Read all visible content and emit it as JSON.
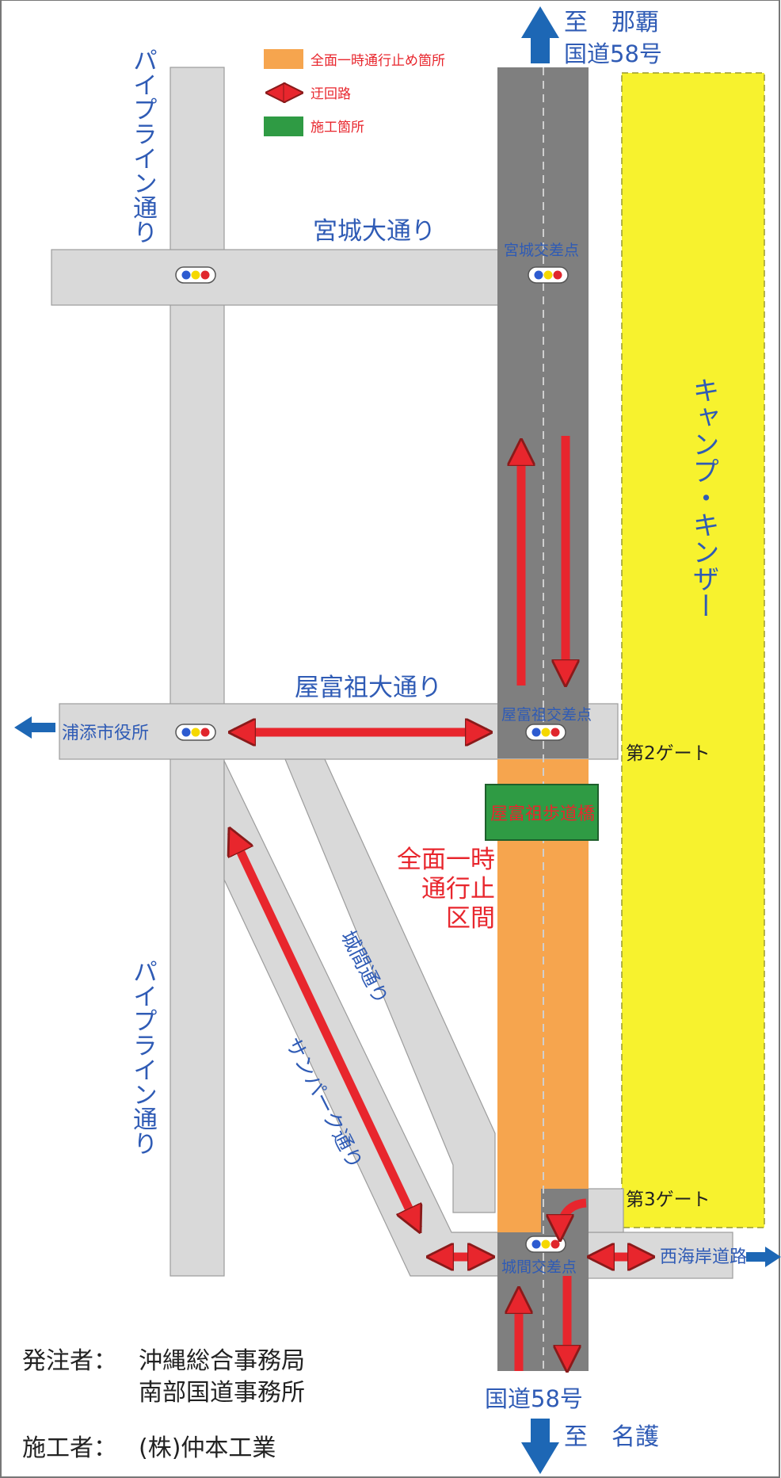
{
  "destinations": {
    "north_to": "至　那覇",
    "north_route": "国道58号",
    "south_route": "国道58号",
    "south_to": "至　名護"
  },
  "legend": {
    "closure": "全面一時通行止め箇所",
    "detour": "迂回路",
    "construction": "施工箇所"
  },
  "roads": {
    "pipeline_upper": "パイプライン通り",
    "pipeline_lower": "パイプライン通り",
    "miyagi_oodori": "宮城大通り",
    "yafuso_oodori": "屋富祖大通り",
    "gusuku_ma_doori": "城間通り",
    "sunpark_doori": "サンパーク通り"
  },
  "places": {
    "camp_kinser": "キャンプ・キンザー",
    "urasoe_city_hall": "浦添市役所",
    "west_coast_road": "西海岸道路",
    "gate2": "第2ゲート",
    "gate3": "第3ゲート",
    "yafuso_footbridge": "屋富祖歩道橋"
  },
  "intersections": {
    "miyagi": "宮城交差点",
    "yafuso": "屋富祖交差点",
    "gusukuma": "城間交差点"
  },
  "closure_section": [
    "全面一時",
    "通行止",
    "区間"
  ],
  "credits": {
    "orderer_label": "発注者：",
    "orderer_1": "沖縄総合事務局",
    "orderer_2": "南部国道事務所",
    "contractor_label": "施工者：",
    "contractor": "(株)仲本工業"
  },
  "colors": {
    "road_light": "#d9d9d9",
    "highway": "#7f7f7f",
    "closure": "#f6a54e",
    "construction": "#2f9b44",
    "base_yellow": "#f7f22e",
    "detour_red": "#e8262d",
    "label_blue": "#2f5bb5",
    "label_red": "#e8262d",
    "arrow_blue": "#1d67b5"
  }
}
